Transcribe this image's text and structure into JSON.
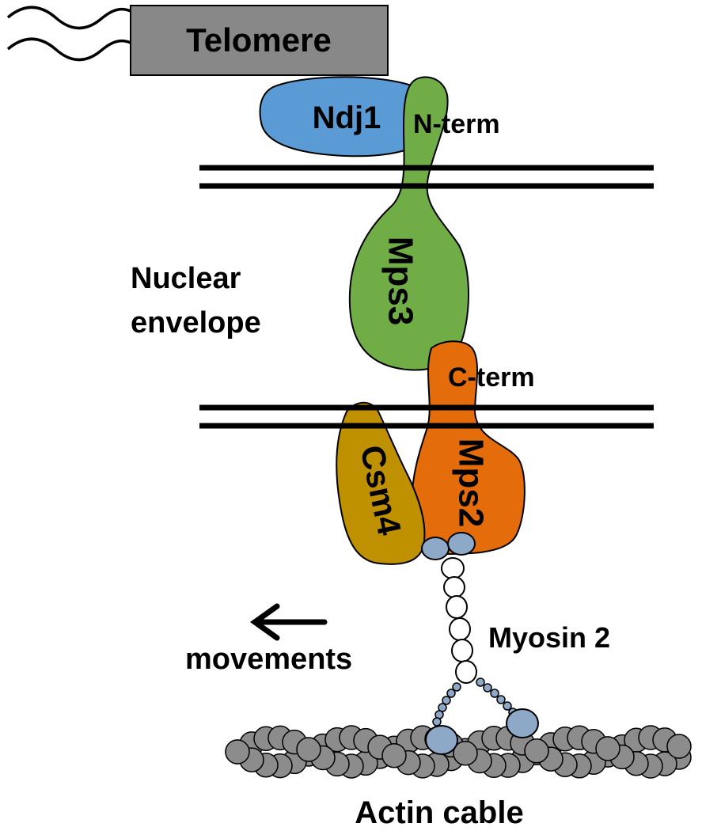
{
  "labels": {
    "telomere": "Telomere",
    "ndj1": "Ndj1",
    "n_term": "N-term",
    "mps3": "Mps3",
    "nuclear": "Nuclear",
    "envelope": "envelope",
    "c_term": "C-term",
    "mps2": "Mps2",
    "csm4": "Csm4",
    "myosin": "Myosin 2",
    "movements": "movements",
    "actin": "Actin cable"
  },
  "colors": {
    "telomere": "#888888",
    "ndj1": "#5b9bd5",
    "mps3": "#70ad47",
    "mps2": "#e46c0a",
    "csm4": "#bf9000",
    "myosin_head": "#8ea9c8",
    "actin": "#8c8c8c",
    "outline": "#000000"
  },
  "icons": {
    "dna_strand": "wavy-dna-icon",
    "membrane": "double-line-membrane",
    "arrow": "left-arrow-icon"
  }
}
